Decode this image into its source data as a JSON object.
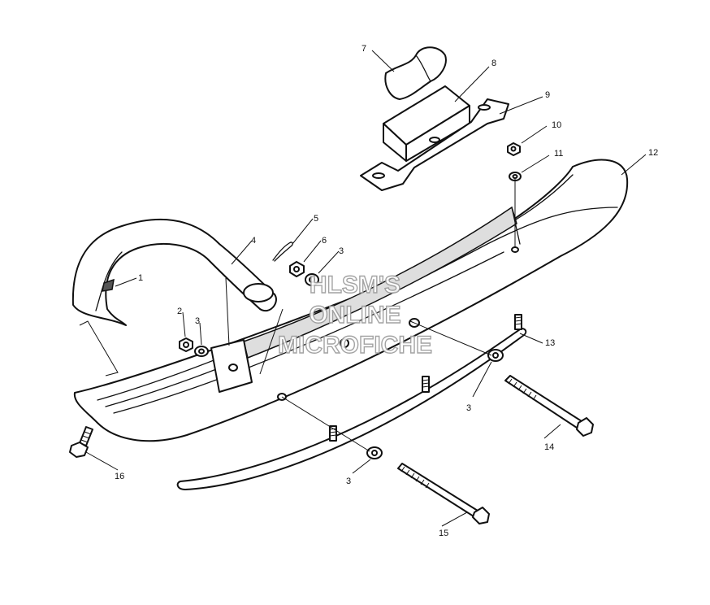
{
  "callouts": {
    "c1": "1",
    "c2": "2",
    "c3a": "3",
    "c3b": "3",
    "c3c": "3",
    "c3d": "3",
    "c4": "4",
    "c5": "5",
    "c6": "6",
    "c7": "7",
    "c8": "8",
    "c9": "9",
    "c10": "10",
    "c11": "11",
    "c12": "12",
    "c13": "13",
    "c14": "14",
    "c15": "15",
    "c16": "16"
  },
  "watermark": [
    "HLSM'S",
    "ONLINE",
    "MICROFICHE"
  ],
  "colors": {
    "line": "#111111",
    "watermark_outline": "#9a9a9a"
  }
}
